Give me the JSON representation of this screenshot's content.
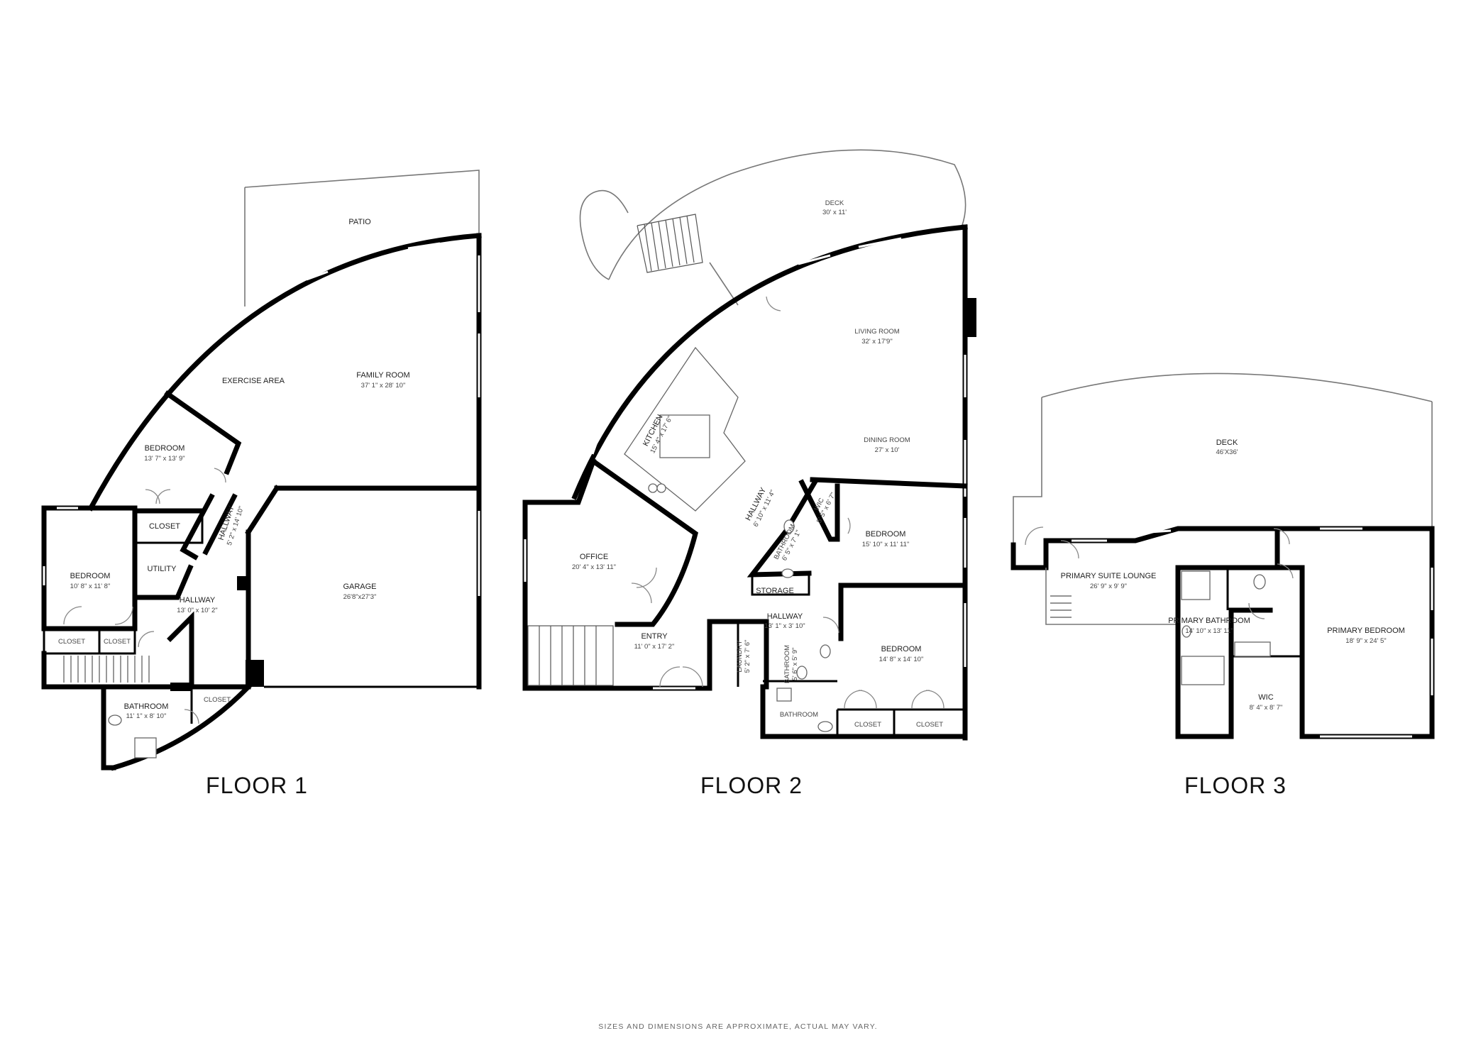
{
  "disclaimer": "SIZES AND DIMENSIONS ARE APPROXIMATE, ACTUAL MAY VARY.",
  "floors": [
    {
      "title": "FLOOR 1",
      "rooms": [
        {
          "name": "PATIO",
          "dims": ""
        },
        {
          "name": "EXERCISE AREA",
          "dims": ""
        },
        {
          "name": "FAMILY ROOM",
          "dims": "37' 1\" x 28' 10\""
        },
        {
          "name": "BEDROOM",
          "dims": "13' 7\" x 13' 9\""
        },
        {
          "name": "CLOSET",
          "dims": ""
        },
        {
          "name": "HALLWAY",
          "dims": "5' 2\" x 14' 10\""
        },
        {
          "name": "UTILITY",
          "dims": ""
        },
        {
          "name": "BEDROOM",
          "dims": "10' 8\" x 11' 8\""
        },
        {
          "name": "HALLWAY",
          "dims": "13' 0\" x 10' 2\""
        },
        {
          "name": "GARAGE",
          "dims": "26'8\"x27'3\""
        },
        {
          "name": "CLOSET",
          "dims": ""
        },
        {
          "name": "CLOSET",
          "dims": ""
        },
        {
          "name": "BATHROOM",
          "dims": "11' 1\" x 8' 10\""
        },
        {
          "name": "CLOSET",
          "dims": ""
        }
      ]
    },
    {
      "title": "FLOOR 2",
      "rooms": [
        {
          "name": "DECK",
          "dims": "30' x 11'"
        },
        {
          "name": "LIVING ROOM",
          "dims": "32' x 17'9\""
        },
        {
          "name": "KITCHEN",
          "dims": "15' 4\" x 17' 6\""
        },
        {
          "name": "DINING ROOM",
          "dims": "27' x 10'"
        },
        {
          "name": "HALLWAY",
          "dims": "6' 10\" x 11' 4\""
        },
        {
          "name": "WIC",
          "dims": "5' 5\" x 6' 7\""
        },
        {
          "name": "BATHROOM",
          "dims": "6' 5\" x 7' 1\""
        },
        {
          "name": "BEDROOM",
          "dims": "15' 10\" x 11' 11\""
        },
        {
          "name": "OFFICE",
          "dims": "20' 4\" x 13' 11\""
        },
        {
          "name": "STORAGE",
          "dims": ""
        },
        {
          "name": "HALLWAY",
          "dims": "13' 1\" x 3' 10\""
        },
        {
          "name": "ENTRY",
          "dims": "11' 0\" x 17' 2\""
        },
        {
          "name": "LAUNDRY",
          "dims": "5' 2\" x 7' 6\""
        },
        {
          "name": "BATHROOM",
          "dims": "5' 6\" x 5' 9\""
        },
        {
          "name": "BEDROOM",
          "dims": "14' 8\" x 14' 10\""
        },
        {
          "name": "BATHROOM",
          "dims": ""
        },
        {
          "name": "CLOSET",
          "dims": ""
        },
        {
          "name": "CLOSET",
          "dims": ""
        }
      ]
    },
    {
      "title": "FLOOR 3",
      "rooms": [
        {
          "name": "DECK",
          "dims": "46'X36'"
        },
        {
          "name": "PRIMARY SUITE LOUNGE",
          "dims": "26' 9\" x 9' 9\""
        },
        {
          "name": "PRIMARY BATHROOM",
          "dims": "14' 10\" x 13' 11\""
        },
        {
          "name": "PRIMARY BEDROOM",
          "dims": "18' 9\" x 24' 5\""
        },
        {
          "name": "WIC",
          "dims": "8' 4\" x 8' 7\""
        }
      ]
    }
  ]
}
